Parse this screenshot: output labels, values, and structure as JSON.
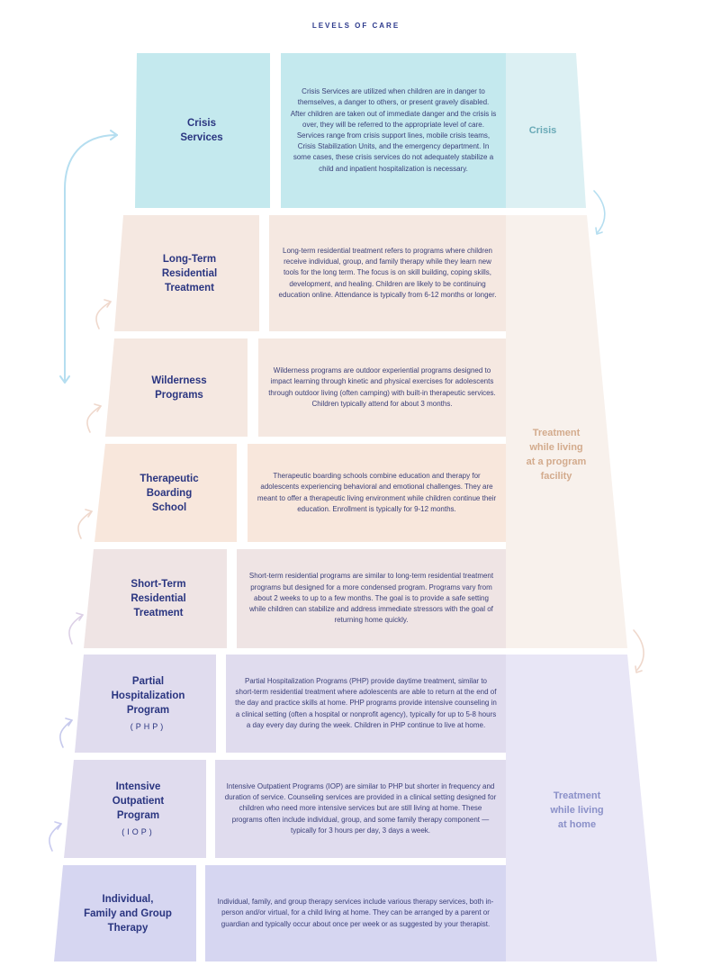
{
  "title": "LEVELS OF CARE",
  "colors": {
    "crisis": "#c4e9ee",
    "crisis_side": "#dcf0f3",
    "facility_pink": "#f5e8e1",
    "facility_peach": "#f8e7dc",
    "facility_mauve": "#efe4e4",
    "facility_side": "#f8f1ec",
    "home_lavender": "#e0dcee",
    "home_periwinkle": "#d6d6f1",
    "home_side": "#e8e6f6",
    "text_primary": "#2a3580"
  },
  "levels": [
    {
      "name": "Crisis\nServices",
      "abbr": "",
      "description": "Crisis Services are utilized when children are in danger to themselves, a danger to others, or present gravely disabled. After children are taken out of immediate danger and the crisis is over, they will be referred to the appropriate level of care. Services range from crisis support lines, mobile crisis teams, Crisis Stabilization Units, and the emergency department. In some cases, these crisis services do not adequately stabilize a child and inpatient hospitalization is necessary."
    },
    {
      "name": "Long-Term\nResidential\nTreatment",
      "abbr": "",
      "description": "Long-term residential treatment refers to programs where children receive individual, group, and family therapy while they learn new tools for the long term. The focus is on skill building, coping skills, development, and healing. Children are likely to be continuing education online. Attendance is typically from 6-12 months or longer."
    },
    {
      "name": "Wilderness\nPrograms",
      "abbr": "",
      "description": "Wilderness programs are outdoor experiential programs designed to impact learning through kinetic and physical exercises for adolescents through outdoor living (often camping) with built-in therapeutic services. Children typically attend for about 3 months."
    },
    {
      "name": "Therapeutic\nBoarding\nSchool",
      "abbr": "",
      "description": "Therapeutic boarding schools combine education and therapy for adolescents experiencing behavioral and emotional challenges. They are meant to offer a therapeutic living environment while children continue their education. Enrollment is typically for 9-12 months."
    },
    {
      "name": "Short-Term\nResidential\nTreatment",
      "abbr": "",
      "description": "Short-term residential programs are similar to long-term residential treatment programs but designed for a more condensed program. Programs vary from about 2 weeks to up to a few months. The goal is to provide a safe setting while children can stabilize and address immediate stressors with the goal of returning home quickly."
    },
    {
      "name": "Partial\nHospitalization\nProgram",
      "abbr": "(PHP)",
      "description": "Partial Hospitalization Programs (PHP) provide daytime treatment, similar to short-term residential treatment where adolescents are able to return at the end of the day and practice skills at home. PHP programs provide intensive counseling in a clinical setting (often a hospital or nonprofit agency), typically for up to 5-8 hours a day every day during the week. Children in PHP continue to live at home."
    },
    {
      "name": "Intensive\nOutpatient\nProgram",
      "abbr": "(IOP)",
      "description": "Intensive Outpatient Programs (IOP) are similar to PHP but shorter in frequency and duration of service. Counseling services are provided in a clinical setting designed for children who need more intensive services but are still living at home. These programs often include individual, group, and some family therapy component — typically for 3 hours per day, 3 days a week."
    },
    {
      "name": "Individual,\nFamily and Group\nTherapy",
      "abbr": "",
      "description": "Individual, family, and group therapy services include various therapy services, both in-person and/or virtual, for a child living at home. They can be arranged by a parent or guardian and typically occur about once per week or as suggested by your therapist."
    }
  ],
  "categories": [
    {
      "label": "Crisis"
    },
    {
      "label": "Treatment\nwhile living\nat a program\nfacility"
    },
    {
      "label": "Treatment\nwhile living\nat home"
    }
  ],
  "arrow_icons": [
    "curved-arrow-up",
    "double-headed-arrow",
    "curved-arrow-down"
  ]
}
